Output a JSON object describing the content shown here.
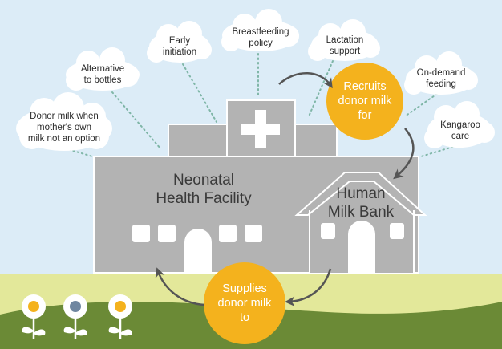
{
  "clouds": [
    {
      "id": "donor-milk-when",
      "lines": [
        "Donor milk when",
        "mother's own",
        "milk not an option"
      ]
    },
    {
      "id": "alternative-to-bottles",
      "lines": [
        "Alternative",
        "to bottles"
      ]
    },
    {
      "id": "early-initiation",
      "lines": [
        "Early",
        "initiation"
      ]
    },
    {
      "id": "breastfeeding-policy",
      "lines": [
        "Breastfeeding",
        "policy"
      ]
    },
    {
      "id": "lactation-support",
      "lines": [
        "Lactation",
        "support"
      ]
    },
    {
      "id": "on-demand-feeding",
      "lines": [
        "On-demand",
        "feeding"
      ]
    },
    {
      "id": "kangaroo-care",
      "lines": [
        "Kangaroo",
        "care"
      ]
    }
  ],
  "facility": {
    "line1": "Neonatal",
    "line2": "Health Facility"
  },
  "milk_bank": {
    "line1": "Human",
    "line2": "Milk Bank"
  },
  "recruits": {
    "line1": "Recruits",
    "line2": "donor milk",
    "line3": "for"
  },
  "supplies": {
    "line1": "Supplies",
    "line2": "donor milk",
    "line3": "to"
  },
  "colors": {
    "sky": "#dcecf7",
    "building": "#b3b3b3",
    "circle": "#f4b21d",
    "grass_light": "#e3e89a",
    "grass_dark": "#6b8a36",
    "dots": "#7fb6a7",
    "arrow": "#555555",
    "flower_center_orange": "#f4b21d",
    "flower_center_blue": "#6f86a0"
  }
}
